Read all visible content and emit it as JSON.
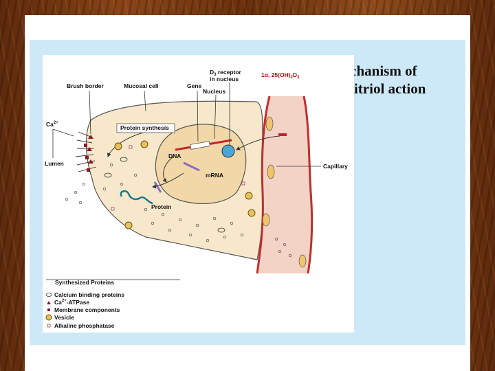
{
  "slide": {
    "title_line1": "Mechanism of",
    "title_line2": "calcitriol action"
  },
  "diagram": {
    "labels": {
      "d3_receptor_1": "D",
      "d3_receptor_sub": "3",
      "d3_receptor_2": " receptor",
      "d3_receptor_line2": "in nucleus",
      "calcitriol_1": "1α, 25(OH)",
      "calcitriol_sub1": "2",
      "calcitriol_2": "D",
      "calcitriol_sub2": "3",
      "brush_border": "Brush border",
      "mucosal_cell": "Mucosal cell",
      "gene": "Gene",
      "nucleus": "Nucleus",
      "ca": "Ca",
      "ca_sup": "2+",
      "protein_synthesis": "Protein synthesis",
      "lumen": "Lumen",
      "dna": "DNA",
      "mrna": "mRNA",
      "protein": "Protein",
      "capillary": "Capillary"
    },
    "legend": {
      "title": "Synthesized Proteins",
      "items": [
        {
          "icon": "calcium-binding-protein-icon",
          "text": "Calcium binding proteins"
        },
        {
          "icon": "ca-atpase-icon",
          "text_pre": "Ca",
          "text_sup": "2+",
          "text_post": "-ATPase"
        },
        {
          "icon": "membrane-component-icon",
          "text": "Membrane components"
        },
        {
          "icon": "vesicle-icon",
          "text": "Vesicle"
        },
        {
          "icon": "alkaline-phosphatase-icon",
          "text": "Alkaline phosphatase"
        }
      ]
    },
    "colors": {
      "cell": "#f7e8cc",
      "capillary": "#f3d3c6",
      "capillary_wall": "#c22d2d",
      "receptor": "#4da6d1",
      "dna_strand": "#c0272d",
      "mrna": "#8e6bbf",
      "protein": "#1f7a8a",
      "vesicle": "#e6c25a"
    }
  }
}
